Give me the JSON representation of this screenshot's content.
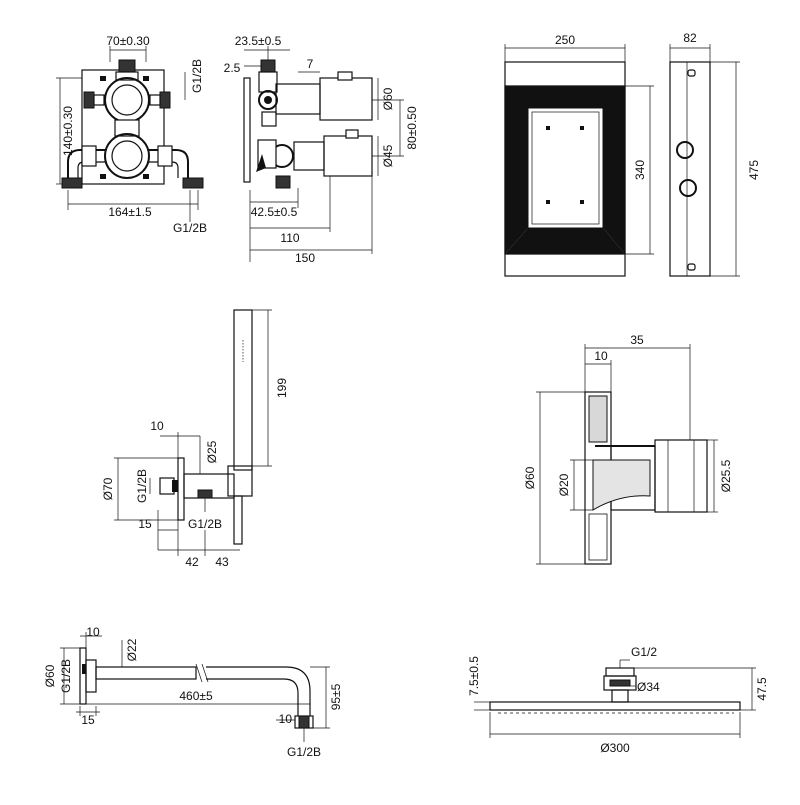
{
  "valve": {
    "top_width": "70±0.30",
    "height": "140±0.30",
    "thread_right": "G1/2B",
    "bottom_width": "164±1.5",
    "thread_bottom": "G1/2B"
  },
  "valve_side": {
    "top_offset": "23.5±0.5",
    "left_gap": "2.5",
    "knob_offset": "7",
    "dia_top": "Ø60",
    "dia_bottom": "Ø45",
    "spacing": "80±0.50",
    "depth_min": "42.5±0.5",
    "depth_mid": "110",
    "depth_max": "150"
  },
  "box_front": {
    "width": "250",
    "height": "340"
  },
  "box_side": {
    "width": "82",
    "height": "475"
  },
  "handshower": {
    "length": "199",
    "top_dim": "10",
    "dia_outlet": "Ø25",
    "dia_plate": "Ø70",
    "thread_left": "G1/2B",
    "thread_bottom": "G1/2B",
    "depth": "15",
    "offset_a": "42",
    "offset_b": "43"
  },
  "outlet": {
    "total": "35",
    "flange": "10",
    "dia_plate": "Ø60",
    "dia_inner": "Ø20",
    "dia_outer": "Ø25.5"
  },
  "arm": {
    "flange": "10",
    "dia_arm": "Ø22",
    "dia_plate": "Ø60",
    "thread": "G1/2B",
    "length": "460±5",
    "drop": "95±5",
    "end_dim": "10",
    "end_thread": "G1/2B",
    "depth": "15"
  },
  "head": {
    "thread": "G1/2",
    "nut": "Ø34",
    "thickness": "7.5±0.5",
    "height": "47.5",
    "diameter": "Ø300"
  }
}
